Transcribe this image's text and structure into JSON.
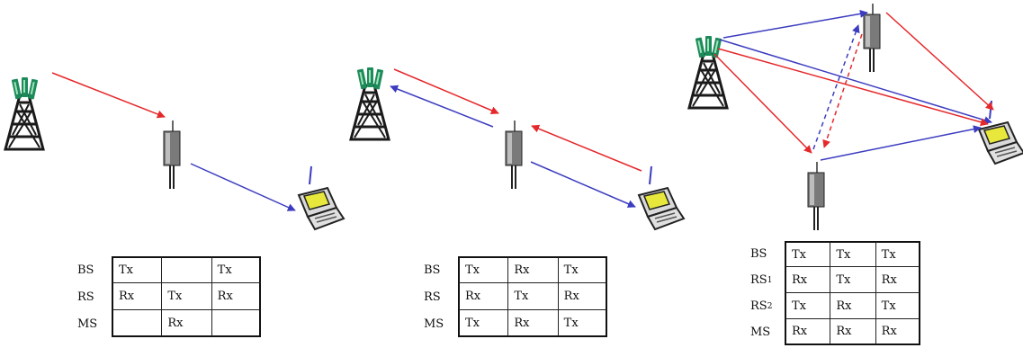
{
  "colors": {
    "forward": "#e5282b",
    "reverse": "#3c3cc0",
    "tower": "#1a1a1a",
    "antenna_green": "#1d8a5a",
    "relay_body": "#7a7a7a"
  },
  "icons": [
    "base-station-tower-icon",
    "relay-station-icon",
    "mobile-laptop-icon"
  ],
  "tables": [
    {
      "rows": [
        {
          "label": "BS",
          "cells": [
            "Tx",
            "",
            "Tx"
          ]
        },
        {
          "label": "RS",
          "cells": [
            "Rx",
            "Tx",
            "Rx"
          ]
        },
        {
          "label": "MS",
          "cells": [
            "",
            "Rx",
            ""
          ]
        }
      ]
    },
    {
      "rows": [
        {
          "label": "BS",
          "cells": [
            "Tx",
            "Rx",
            "Tx"
          ]
        },
        {
          "label": "RS",
          "cells": [
            "Rx",
            "Tx",
            "Rx"
          ]
        },
        {
          "label": "MS",
          "cells": [
            "Tx",
            "Rx",
            "Tx"
          ]
        }
      ]
    },
    {
      "rows": [
        {
          "label": "BS",
          "sub": "",
          "cells": [
            "Tx",
            "Tx",
            "Tx"
          ]
        },
        {
          "label": "RS",
          "sub": "1",
          "cells": [
            "Rx",
            "Tx",
            "Rx"
          ]
        },
        {
          "label": "RS",
          "sub": "2",
          "cells": [
            "Tx",
            "Rx",
            "Tx"
          ]
        },
        {
          "label": "MS",
          "sub": "",
          "cells": [
            "Rx",
            "Rx",
            "Rx"
          ]
        }
      ]
    }
  ]
}
